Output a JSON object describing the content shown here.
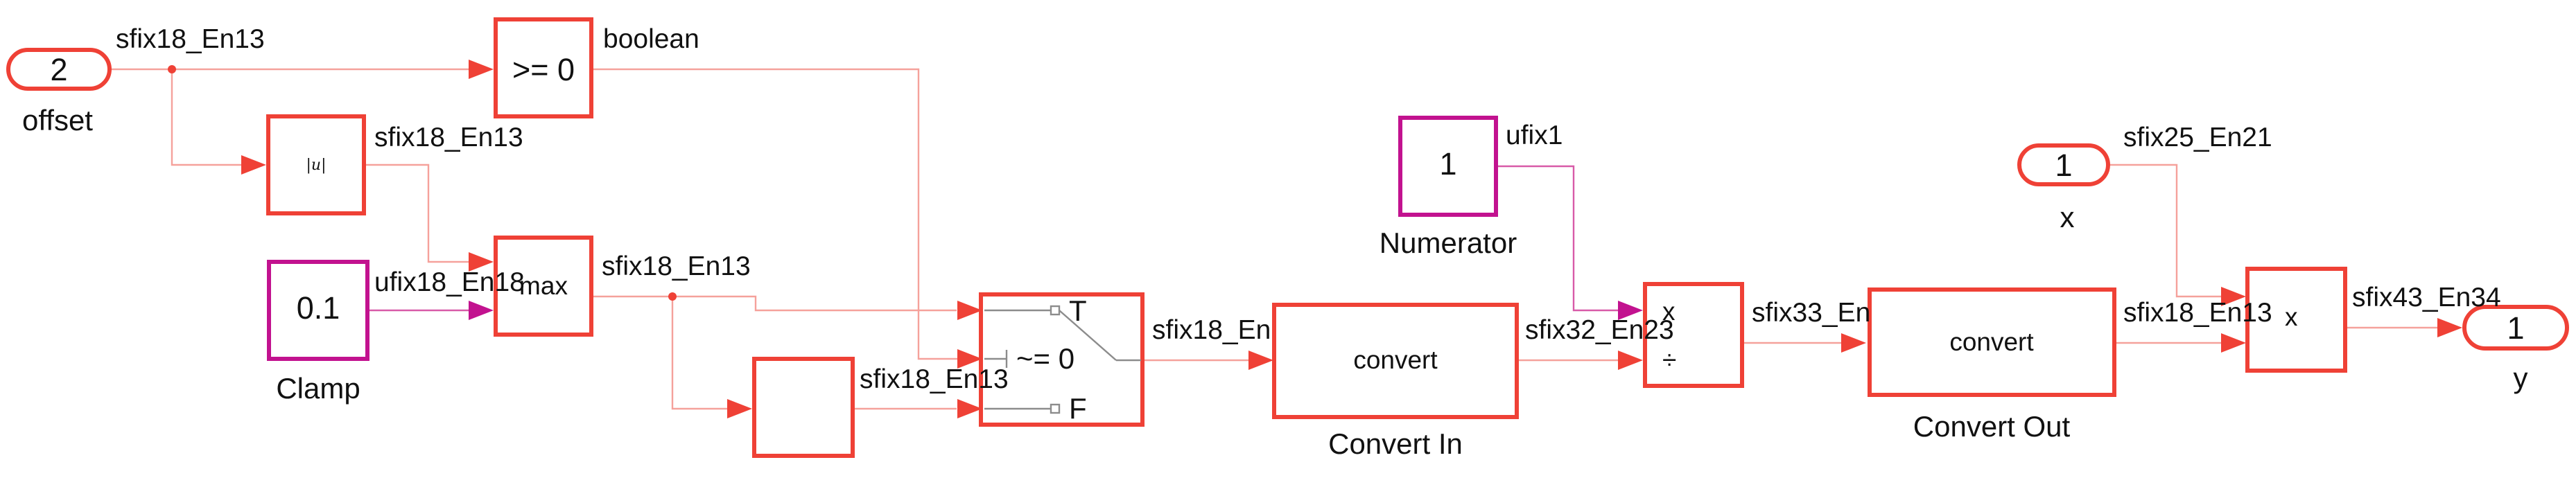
{
  "colors": {
    "block": "#ef4136",
    "constant": "#c2128f",
    "wire": "#f5a19b",
    "wire_const": "#d85aa8",
    "arrow": "#ef4136",
    "arrow_const": "#c2128f",
    "switch_line": "#8c8c8c"
  },
  "inports": {
    "offset": {
      "number": "2",
      "name": "offset"
    },
    "x": {
      "number": "1",
      "name": "x"
    }
  },
  "outport": {
    "number": "1",
    "name": "y"
  },
  "blocks": {
    "ge_zero": ">= 0",
    "abs": "|u|",
    "max": "max",
    "clamp": {
      "value": "0.1",
      "name": "Clamp"
    },
    "numerator": {
      "value": "1",
      "name": "Numerator"
    },
    "switch": {
      "top": "T",
      "mid": "~= 0",
      "bot": "F"
    },
    "convert_in": {
      "inner": "convert",
      "name": "Convert In"
    },
    "divide": {
      "top": "x",
      "bot": "÷"
    },
    "convert_out": {
      "inner": "convert",
      "name": "Convert Out"
    },
    "product": "x"
  },
  "signals": {
    "offset_out": "sfix18_En13",
    "ge_out": "boolean",
    "abs_out": "sfix18_En13",
    "clamp_out": "ufix18_En18",
    "max_out": "sfix18_En13",
    "neg_out": "sfix18_En13",
    "switch_out": "sfix18_En",
    "numerator_out": "ufix1",
    "convert_in_out": "sfix32_En23",
    "divide_out": "sfix33_En",
    "x_out": "sfix25_En21",
    "convert_out_out": "sfix18_En13",
    "product_out": "sfix43_En34"
  }
}
